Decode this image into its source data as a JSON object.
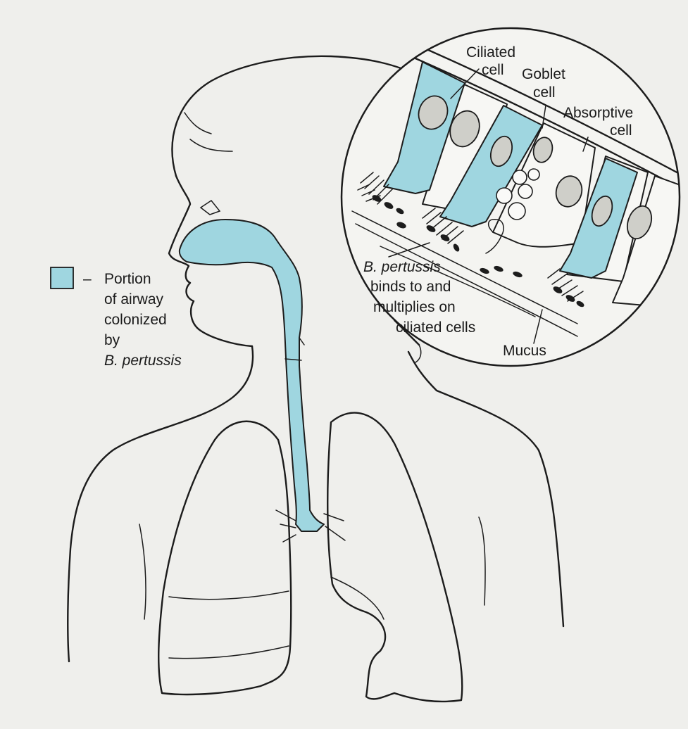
{
  "legend": {
    "swatch_color": "#9fd6e0",
    "dash": "–",
    "lines": [
      "Portion",
      "of airway",
      "colonized",
      "by"
    ],
    "italic_line": "B. pertussis"
  },
  "inset_labels": {
    "ciliated_cell": [
      "Ciliated",
      "cell"
    ],
    "goblet_cell": [
      "Goblet",
      "cell"
    ],
    "absorptive_cell": [
      "Absorptive",
      "cell"
    ],
    "pertussis_note": {
      "italic": "B. pertussis",
      "lines": [
        "binds to and",
        "multiplies on",
        "ciliated cells"
      ]
    },
    "mucus": "Mucus"
  },
  "colors": {
    "airway_highlight": "#9fd6e0",
    "background": "#efefec",
    "ink": "#1c1c1c"
  }
}
